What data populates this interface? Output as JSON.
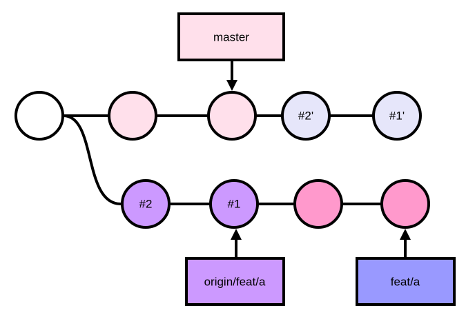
{
  "colors": {
    "stroke": "#000000",
    "white": "#ffffff",
    "light_pink": "#ffe0eb",
    "lavender": "#e6e6fa",
    "purple": "#cc99ff",
    "pink": "#ff99cc",
    "blue": "#9999ff"
  },
  "commits": [
    {
      "id": "root",
      "label": "",
      "color": "white"
    },
    {
      "id": "m1",
      "label": "",
      "color": "light_pink"
    },
    {
      "id": "m2",
      "label": "",
      "color": "light_pink"
    },
    {
      "id": "m3",
      "label": "#2'",
      "color": "lavender"
    },
    {
      "id": "m4",
      "label": "#1'",
      "color": "lavender"
    },
    {
      "id": "f1",
      "label": "#2",
      "color": "purple"
    },
    {
      "id": "f2",
      "label": "#1",
      "color": "purple"
    },
    {
      "id": "f3",
      "label": "",
      "color": "pink"
    },
    {
      "id": "f4",
      "label": "",
      "color": "pink"
    }
  ],
  "refs": [
    {
      "id": "master",
      "label": "master",
      "color": "light_pink",
      "target": "m2"
    },
    {
      "id": "origin-feat-a",
      "label": "origin/feat/a",
      "color": "purple",
      "target": "f2"
    },
    {
      "id": "feat-a",
      "label": "feat/a",
      "color": "blue",
      "target": "f4"
    }
  ]
}
